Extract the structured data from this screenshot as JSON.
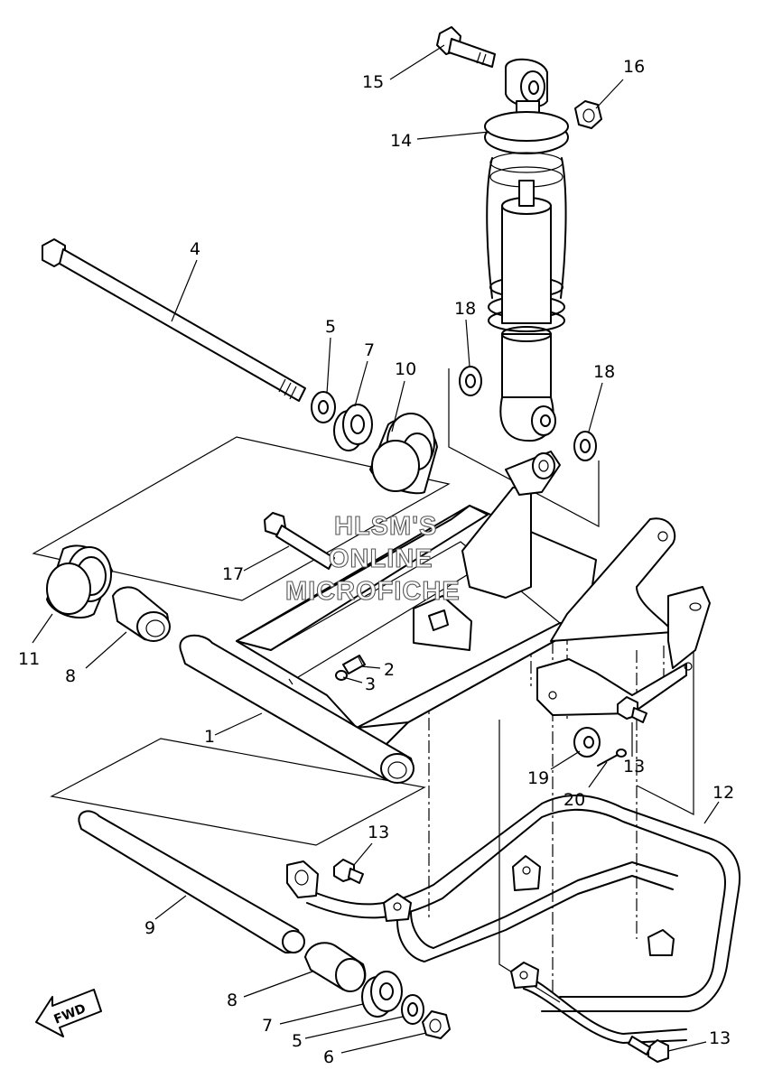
{
  "diagram": {
    "callouts": [
      {
        "id": "c-15",
        "label": "15"
      },
      {
        "id": "c-16",
        "label": "16"
      },
      {
        "id": "c-14",
        "label": "14"
      },
      {
        "id": "c-4",
        "label": "4"
      },
      {
        "id": "c-5a",
        "label": "5"
      },
      {
        "id": "c-7a",
        "label": "7"
      },
      {
        "id": "c-10",
        "label": "10"
      },
      {
        "id": "c-18a",
        "label": "18"
      },
      {
        "id": "c-18b",
        "label": "18"
      },
      {
        "id": "c-17",
        "label": "17"
      },
      {
        "id": "c-11",
        "label": "11"
      },
      {
        "id": "c-8a",
        "label": "8"
      },
      {
        "id": "c-2",
        "label": "2"
      },
      {
        "id": "c-3",
        "label": "3"
      },
      {
        "id": "c-1",
        "label": "1"
      },
      {
        "id": "c-19",
        "label": "19"
      },
      {
        "id": "c-13a",
        "label": "13"
      },
      {
        "id": "c-20",
        "label": "20"
      },
      {
        "id": "c-12",
        "label": "12"
      },
      {
        "id": "c-13b",
        "label": "13"
      },
      {
        "id": "c-9",
        "label": "9"
      },
      {
        "id": "c-8b",
        "label": "8"
      },
      {
        "id": "c-7b",
        "label": "7"
      },
      {
        "id": "c-5b",
        "label": "5"
      },
      {
        "id": "c-6",
        "label": "6"
      },
      {
        "id": "c-13c",
        "label": "13"
      }
    ],
    "fwd_arrow": {
      "label": "FWD"
    },
    "watermark": {
      "lines": [
        "HLSM'S",
        "ONLINE",
        "MICROFICHE"
      ]
    }
  }
}
